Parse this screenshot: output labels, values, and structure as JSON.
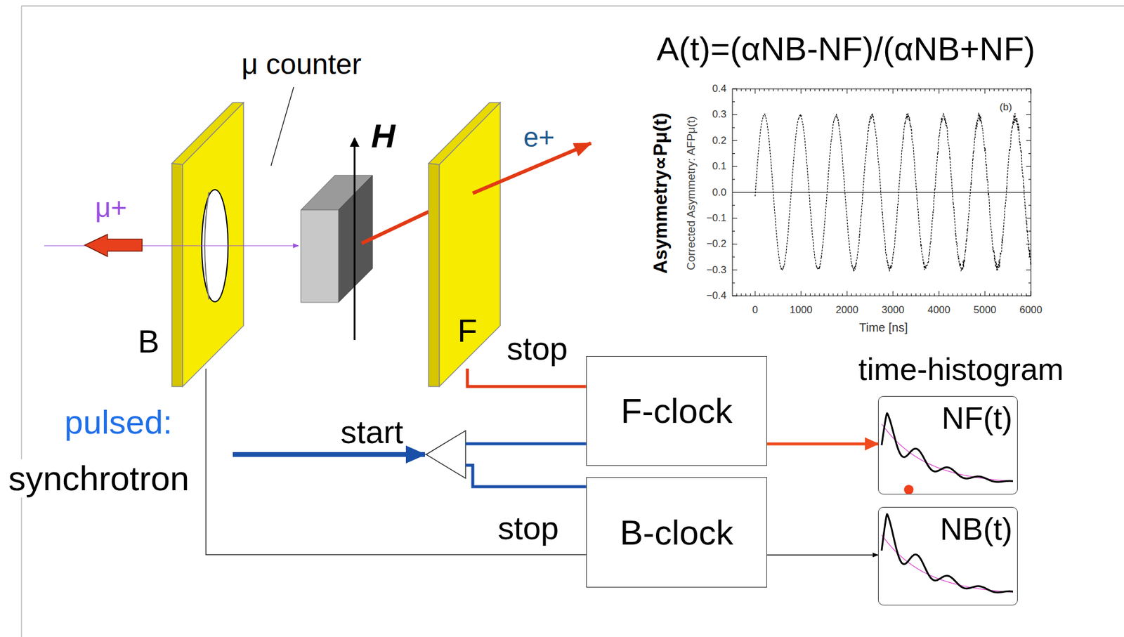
{
  "diagram": {
    "nodes": [
      {
        "text": [
          "F-clock"
        ]
      },
      {
        "text": [
          "B-clock"
        ]
      },
      {
        "text": [
          "NF(t)"
        ]
      },
      {
        "text": [
          "NB(t)"
        ]
      }
    ],
    "edges": [
      {
        "from": 0,
        "to": 2,
        "arrow": "to"
      },
      {
        "from": 1,
        "to": 3,
        "arrow": "to"
      }
    ],
    "labels": [
      "A(t)=(αNB-NF)/(αNB+NF)",
      "μ counter",
      "H",
      "e+",
      "μ+",
      "B",
      "F",
      "stop",
      "start",
      "stop",
      "pulsed:",
      "synchrotron",
      "time-histogram",
      "Asymmetry∝Pμ(t)",
      "Corrected Asymmetry: AFPμ(t)",
      "(b)",
      "Time [ns]",
      "0.4",
      "0.3",
      "0.2",
      "0.1",
      "0.0",
      "−0.1",
      "−0.2",
      "−0.3",
      "−0.4",
      "0",
      "1000",
      "2000",
      "3000",
      "4000",
      "5000",
      "6000"
    ]
  }
}
